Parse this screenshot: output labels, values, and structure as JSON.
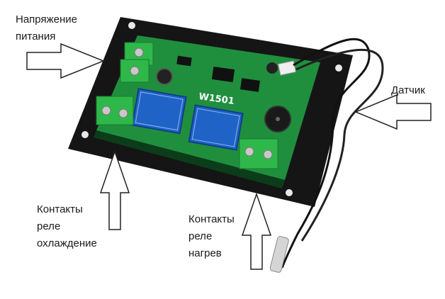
{
  "labels": {
    "power": [
      "Напряжение",
      "питания"
    ],
    "sensor": "Датчик",
    "cooling": [
      "Контакты",
      "реле",
      "охлаждение"
    ],
    "heating": [
      "Контакты",
      "реле",
      "нагрев"
    ]
  },
  "board": {
    "model": "W1501"
  },
  "colors": {
    "pcb": "#1f8f3e",
    "backplate": "#141414",
    "terminal": "#2fb84a",
    "relay": "#1f63c7",
    "arrow_stroke": "#222222"
  }
}
